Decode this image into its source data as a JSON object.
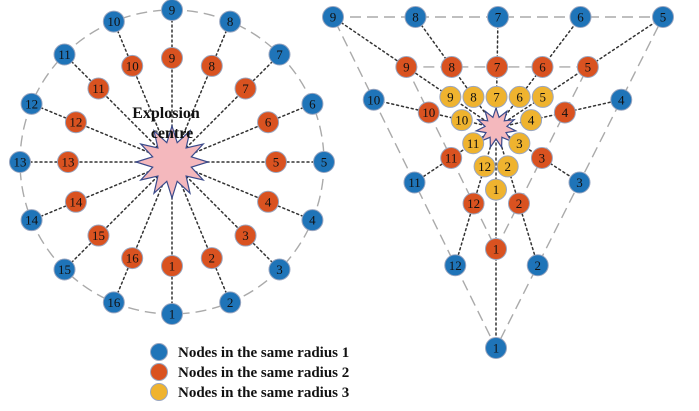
{
  "colors": {
    "radius_1": "#1f74b8",
    "radius_2": "#d95220",
    "radius_3": "#efb32f",
    "explosion_fill": "#f4b8bd",
    "explosion_stroke": "#3a4a8a",
    "guide_line": "#aaaaaa",
    "link_line": "#333333",
    "node_stroke": "#9aa6c0"
  },
  "explosion_label": [
    "Explosion",
    "centre"
  ],
  "circular_layout": {
    "outer_ring_labels": [
      "1",
      "2",
      "3",
      "4",
      "5",
      "6",
      "7",
      "8",
      "9",
      "10",
      "11",
      "12",
      "13",
      "14",
      "15",
      "16"
    ],
    "inner_ring_labels": [
      "1",
      "2",
      "3",
      "4",
      "5",
      "6",
      "7",
      "8",
      "9",
      "10",
      "11",
      "12",
      "13",
      "14",
      "15",
      "16"
    ]
  },
  "triangular_layout": {
    "radius_1_labels": [
      "1",
      "2",
      "3",
      "4",
      "5",
      "6",
      "7",
      "8",
      "9",
      "10",
      "11",
      "12"
    ],
    "radius_2_labels": [
      "1",
      "2",
      "3",
      "4",
      "5",
      "6",
      "7",
      "8",
      "9",
      "10",
      "11",
      "12"
    ],
    "radius_3_labels": [
      "1",
      "2",
      "3",
      "4",
      "5",
      "6",
      "7",
      "8",
      "9",
      "10",
      "11",
      "12"
    ]
  },
  "legend": [
    {
      "label": "Nodes in the same radius 1",
      "color_key": "radius_1"
    },
    {
      "label": "Nodes in the same radius 2",
      "color_key": "radius_2"
    },
    {
      "label": "Nodes in the same radius 3",
      "color_key": "radius_3"
    }
  ]
}
